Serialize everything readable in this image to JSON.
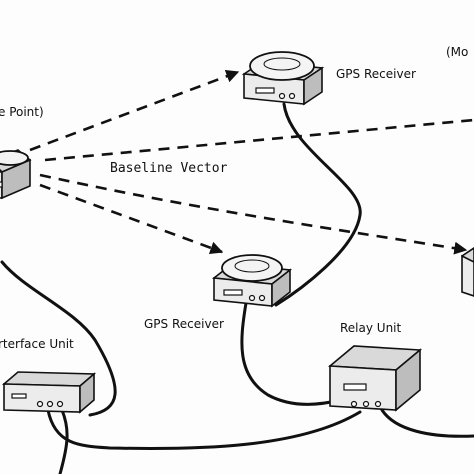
{
  "labels": {
    "gps_receiver_top": "GPS Receiver",
    "gps_receiver_mid": "GPS Receiver",
    "baseline_vector": "Baseline Vector",
    "reference_point_partial": "e Point)",
    "moving_partial": "(Mo",
    "interface_unit_partial": "rterface Unit",
    "relay_unit": "Relay Unit"
  },
  "colors": {
    "ink": "#111111",
    "paper": "#fdfdfd"
  }
}
